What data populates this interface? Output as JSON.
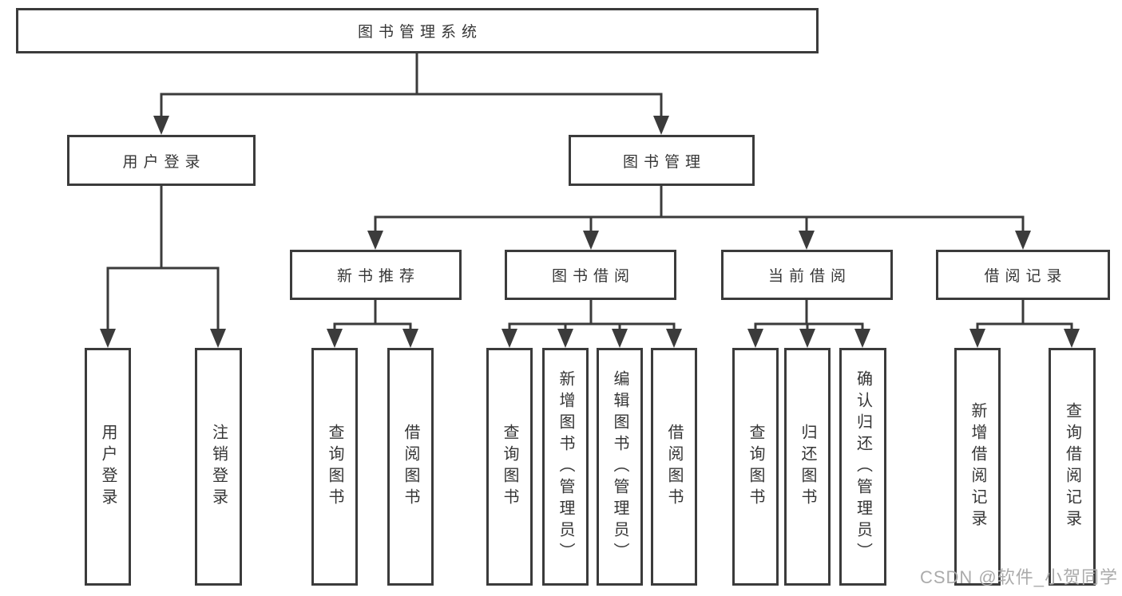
{
  "nodes": {
    "root": {
      "label": "图书管理系统"
    },
    "login": {
      "label": "用户登录",
      "children": [
        {
          "label": "用户登录"
        },
        {
          "label": "注销登录"
        }
      ]
    },
    "books": {
      "label": "图书管理"
    },
    "sections": [
      {
        "label": "新书推荐",
        "children": [
          {
            "label": "查询图书"
          },
          {
            "label": "借阅图书"
          }
        ]
      },
      {
        "label": "图书借阅",
        "children": [
          {
            "label": "查询图书"
          },
          {
            "label": "新增图书（管理员）"
          },
          {
            "label": "编辑图书（管理员）"
          },
          {
            "label": "借阅图书"
          }
        ]
      },
      {
        "label": "当前借阅",
        "children": [
          {
            "label": "查询图书"
          },
          {
            "label": "归还图书"
          },
          {
            "label": "确认归还（管理员）"
          }
        ]
      },
      {
        "label": "借阅记录",
        "children": [
          {
            "label": "新增借阅记录"
          },
          {
            "label": "查询借阅记录"
          }
        ]
      }
    ]
  },
  "watermark": "CSDN @软件_小贺同学",
  "colors": {
    "line": "#3b3b3b",
    "text": "#363636",
    "background": "#ffffff",
    "watermark": "#ababab"
  }
}
